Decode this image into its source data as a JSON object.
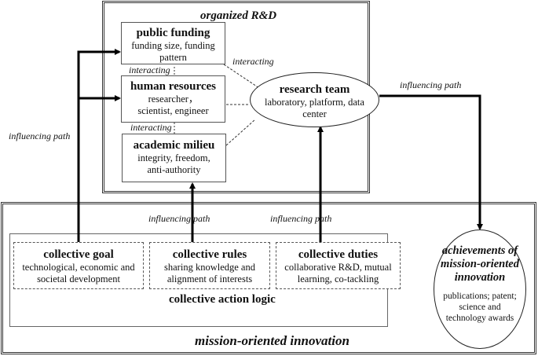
{
  "organized_rd": {
    "label": "organized R&D",
    "public_funding": {
      "title": "public funding",
      "desc": "funding size, funding pattern"
    },
    "human_resources": {
      "title": "human resources",
      "desc": "researcher， scientist, engineer"
    },
    "academic_milieu": {
      "title": "academic milieu",
      "desc": "integrity, freedom, anti-authority"
    },
    "interacting_1": "interacting",
    "interacting_2": "interacting",
    "interacting_3": "interacting",
    "research_team": {
      "title": "research team",
      "desc": "laboratory, platform, data center"
    }
  },
  "paths": {
    "left": "influencing path",
    "right": "influencing path",
    "middle_1": "influencing path",
    "middle_2": "influencing path"
  },
  "mission_oriented": {
    "label": "mission-oriented innovation",
    "collective_action_logic": "collective action logic",
    "collective_goal": {
      "title": "collective goal",
      "desc": "technological, economic and societal development"
    },
    "collective_rules": {
      "title": "collective rules",
      "desc": "sharing knowledge and alignment of interests"
    },
    "collective_duties": {
      "title": "collective duties",
      "desc": "collaborative R&D, mutual learning, co-tackling"
    },
    "achievements": {
      "title": "achievements of mission-oriented innovation",
      "desc": "publications; patent; science and technology awards"
    }
  }
}
